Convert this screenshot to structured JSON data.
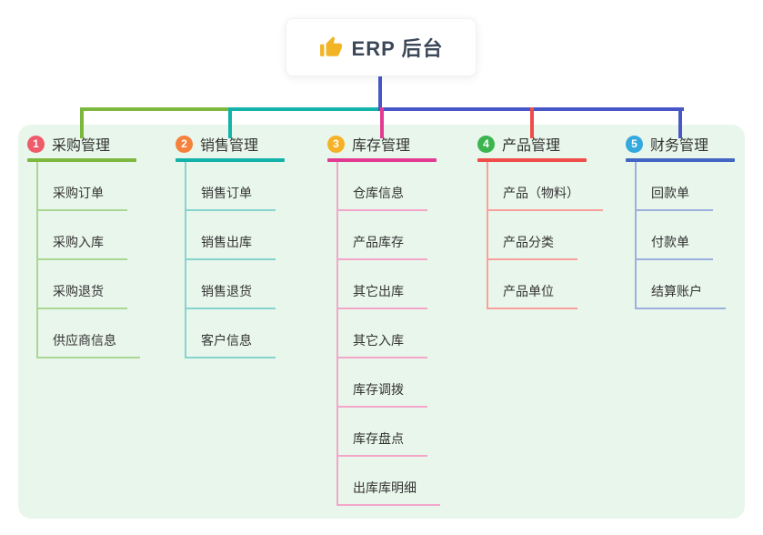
{
  "root": {
    "title": "ERP 后台",
    "icon": "thumbs-up-icon",
    "icon_color": "#f2b324",
    "connector_color": "#4757c7"
  },
  "theme": {
    "panel_bg": "#e9f6eb",
    "card_bg": "#ffffff",
    "text_color": "#333333",
    "root_text_color": "#3c4858"
  },
  "branches": [
    {
      "num": "1",
      "label": "采购管理",
      "badge_color": "#ee5b6b",
      "line_color": "#7db83e",
      "sub_line_color": "#abd795",
      "children": [
        "采购订单",
        "采购入库",
        "采购退货",
        "供应商信息"
      ]
    },
    {
      "num": "2",
      "label": "销售管理",
      "badge_color": "#f5813c",
      "line_color": "#14b3aa",
      "sub_line_color": "#85d4cd",
      "children": [
        "销售订单",
        "销售出库",
        "销售退货",
        "客户信息"
      ]
    },
    {
      "num": "3",
      "label": "库存管理",
      "badge_color": "#f6b227",
      "line_color": "#e43b92",
      "sub_line_color": "#f3a6ca",
      "children": [
        "仓库信息",
        "产品库存",
        "其它出库",
        "其它入库",
        "库存调拨",
        "库存盘点",
        "出库库明细"
      ]
    },
    {
      "num": "4",
      "label": "产品管理",
      "badge_color": "#3cb550",
      "line_color": "#f04c49",
      "sub_line_color": "#f8a09b",
      "children": [
        "产品（物料）",
        "产品分类",
        "产品单位"
      ]
    },
    {
      "num": "5",
      "label": "财务管理",
      "badge_color": "#33a9de",
      "line_color": "#4565c5",
      "sub_line_color": "#9cafdf",
      "children": [
        "回款单",
        "付款单",
        "结算账户"
      ]
    }
  ]
}
